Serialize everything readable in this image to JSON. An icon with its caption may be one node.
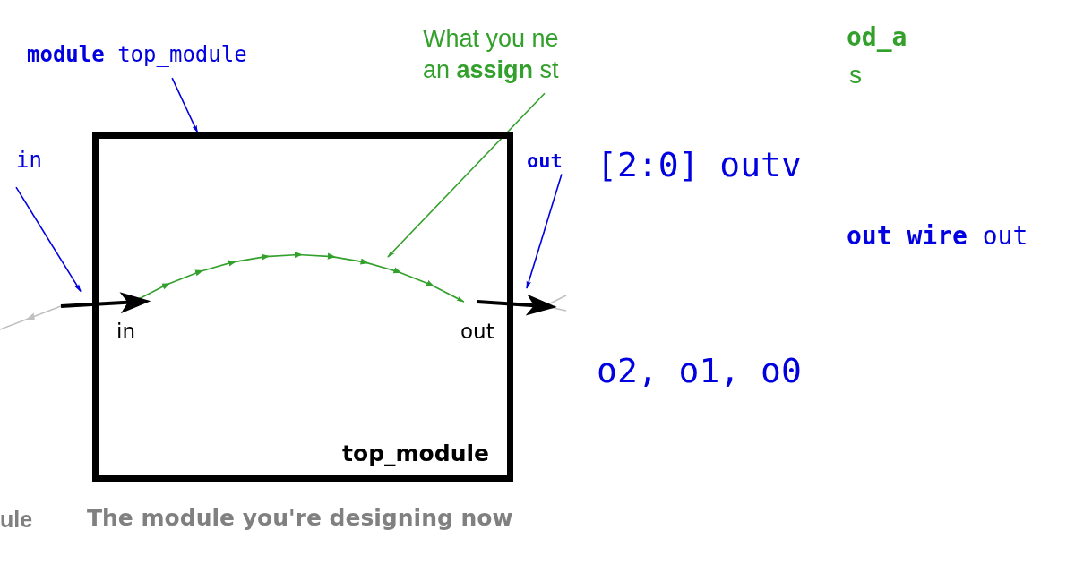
{
  "diagram": {
    "caption": "The module you're designing now",
    "nodes": [
      {
        "text": [
          "top_module"
        ]
      },
      {
        "text": [
          "in"
        ],
        "in": 0
      },
      {
        "text": [
          "out"
        ],
        "in": 0
      },
      {
        "text": [
          "**module** top_module"
        ]
      },
      {
        "text": [
          "in"
        ]
      },
      {
        "text": [
          "What you ne an **assign** st"
        ]
      },
      {
        "text": [
          "out"
        ]
      }
    ],
    "edges": [
      {
        "from": 3,
        "to": 0,
        "arrow": "to",
        "color": "#0000e0"
      },
      {
        "from": 4,
        "to": 0,
        "arrow": "to",
        "color": "#0000e0"
      },
      {
        "from": 5,
        "to": null,
        "arrow": "to",
        "color": "#33a02c"
      },
      {
        "from": 6,
        "to": 0,
        "arrow": "to",
        "color": "#0000e0"
      },
      {
        "from": 1,
        "to": 2,
        "arrow": "to",
        "color": "#33a02c"
      },
      {
        "from": null,
        "to": 1,
        "arrow": "to",
        "style": "thick",
        "color": "#000000"
      },
      {
        "from": 2,
        "to": null,
        "arrow": "to",
        "style": "thick",
        "color": "#000000"
      }
    ],
    "labels": [
      "od_a",
      "s",
      "[2:0] outv",
      "**out wire** out",
      "o2, o1, o0",
      "ule"
    ]
  }
}
